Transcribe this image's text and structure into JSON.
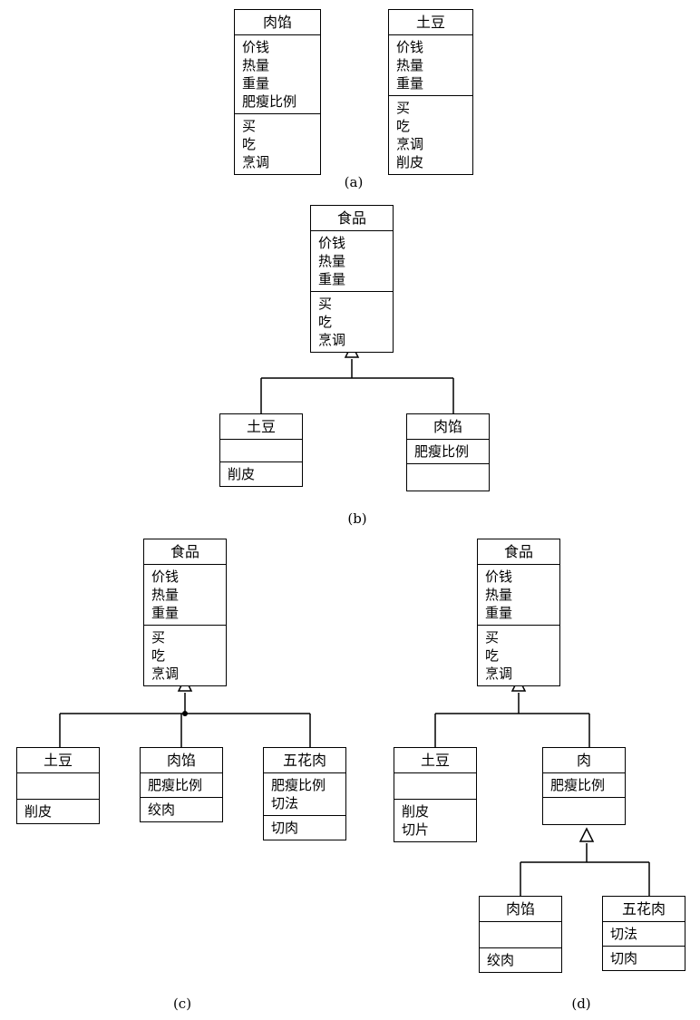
{
  "captions": {
    "a": "(a)",
    "b": "(b)",
    "c": "(c)",
    "d": "(d)"
  },
  "diagram_a": {
    "rouxian": {
      "name": "肉馅",
      "attrs": [
        "价钱",
        "热量",
        "重量",
        "肥瘦比例"
      ],
      "ops": [
        "买",
        "吃",
        "烹调"
      ]
    },
    "tudou": {
      "name": "土豆",
      "attrs": [
        "价钱",
        "热量",
        "重量"
      ],
      "ops": [
        "买",
        "吃",
        "烹调",
        "削皮"
      ]
    }
  },
  "diagram_b": {
    "shipin": {
      "name": "食品",
      "attrs": [
        "价钱",
        "热量",
        "重量"
      ],
      "ops": [
        "买",
        "吃",
        "烹调"
      ]
    },
    "tudou": {
      "name": "土豆",
      "attrs": [],
      "ops": [
        "削皮"
      ]
    },
    "rouxian": {
      "name": "肉馅",
      "attrs": [
        "肥瘦比例"
      ],
      "ops": []
    }
  },
  "diagram_c": {
    "shipin": {
      "name": "食品",
      "attrs": [
        "价钱",
        "热量",
        "重量"
      ],
      "ops": [
        "买",
        "吃",
        "烹调"
      ]
    },
    "tudou": {
      "name": "土豆",
      "attrs": [],
      "ops": [
        "削皮"
      ]
    },
    "rouxian": {
      "name": "肉馅",
      "attrs": [
        "肥瘦比例"
      ],
      "ops": [
        "绞肉"
      ]
    },
    "wuhuarou": {
      "name": "五花肉",
      "attrs": [
        "肥瘦比例",
        "切法"
      ],
      "ops": [
        "切肉"
      ]
    }
  },
  "diagram_d": {
    "shipin": {
      "name": "食品",
      "attrs": [
        "价钱",
        "热量",
        "重量"
      ],
      "ops": [
        "买",
        "吃",
        "烹调"
      ]
    },
    "tudou": {
      "name": "土豆",
      "attrs": [],
      "ops": [
        "削皮",
        "切片"
      ]
    },
    "rou": {
      "name": "肉",
      "attrs": [
        "肥瘦比例"
      ],
      "ops": []
    },
    "rouxian": {
      "name": "肉馅",
      "attrs": [],
      "ops": [
        "绞肉"
      ]
    },
    "wuhuarou": {
      "name": "五花肉",
      "attrs": [
        "切法"
      ],
      "ops": [
        "切肉"
      ]
    }
  }
}
